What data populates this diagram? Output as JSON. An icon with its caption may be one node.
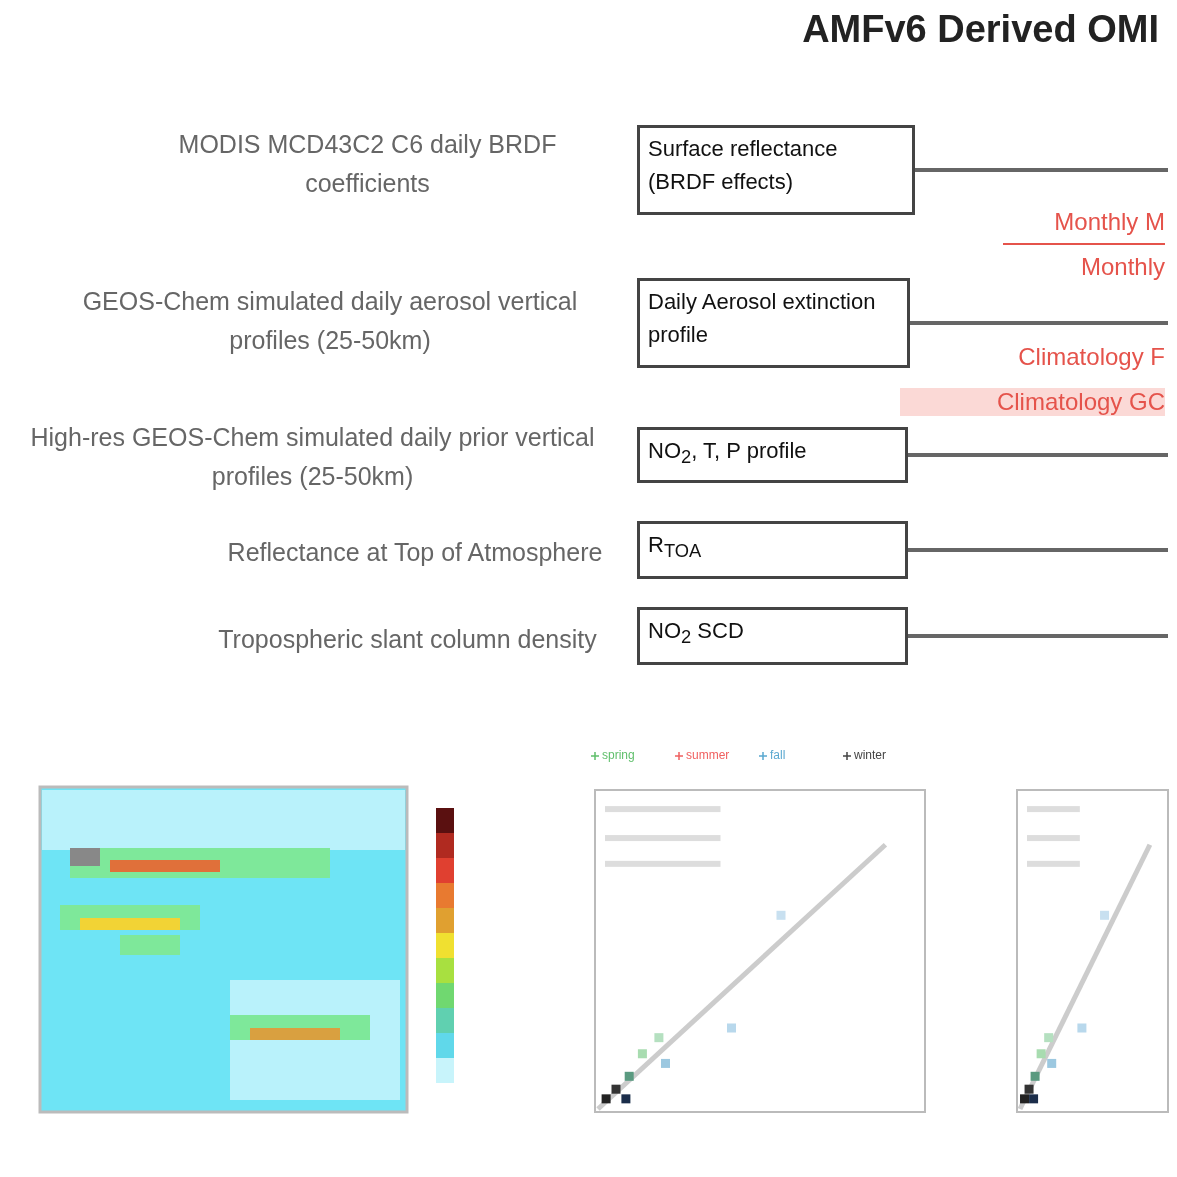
{
  "diagram": {
    "title": "AMFv6 Derived OMI",
    "nodes": [
      {
        "text": [
          "Surface reflectance (BRDF effects)"
        ],
        "beside": [
          "MODIS MCD43C2 C6 daily BRDF coefficients"
        ]
      },
      {
        "text": [
          "Daily Aerosol extinction profile"
        ],
        "beside": [
          "GEOS-Chem simulated daily aerosol vertical profiles (25-50km)"
        ]
      },
      {
        "text": [
          "NO$_{2}$, T, P profile"
        ],
        "beside": [
          "High-res GEOS-Chem simulated daily prior vertical profiles (25-50km)"
        ]
      },
      {
        "text": [
          "R$_{TOA}$"
        ],
        "beside": [
          "Reflectance at Top of Atmosphere"
        ]
      },
      {
        "text": [
          "NO$_{2}$ SCD"
        ],
        "beside": [
          "Tropospheric slant column density"
        ]
      }
    ],
    "edges": [
      {
        "from": 0,
        "to": null,
        "arrow": "none"
      },
      {
        "from": 1,
        "to": null,
        "arrow": "none"
      },
      {
        "from": 2,
        "to": null,
        "arrow": "none"
      },
      {
        "from": 3,
        "to": null,
        "arrow": "none"
      },
      {
        "from": 4,
        "to": null,
        "arrow": "none"
      }
    ],
    "labels": [
      "Monthly M",
      "Monthly",
      "Climatology F",
      "Climatology GC"
    ],
    "legend": [
      {
        "text": "spring"
      },
      {
        "text": "summer"
      },
      {
        "text": "fall"
      },
      {
        "text": "winter"
      }
    ]
  }
}
